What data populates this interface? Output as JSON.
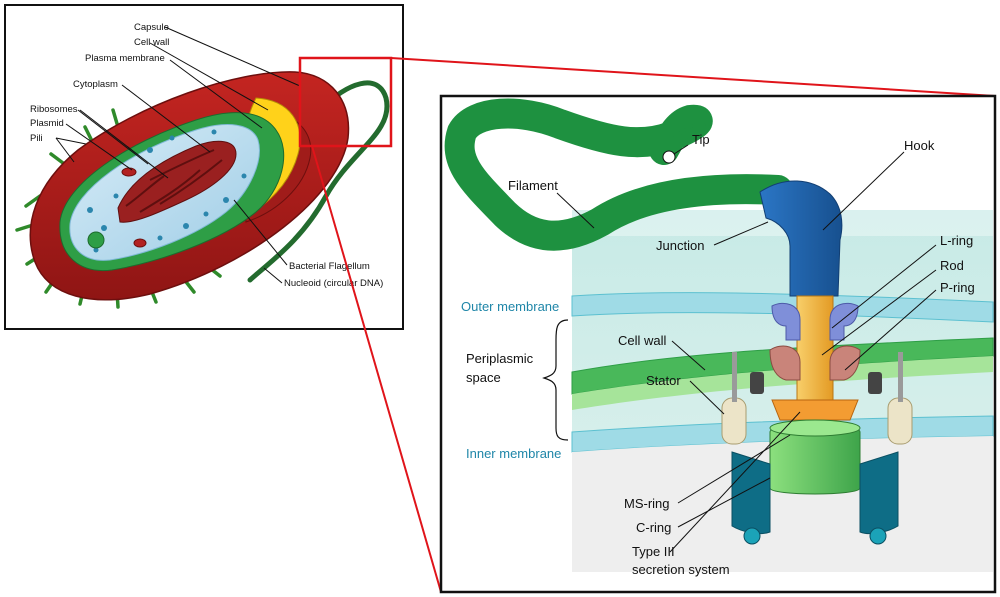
{
  "cell": {
    "labels": {
      "capsule": "Capsule",
      "cell_wall": "Cell wall",
      "plasma_membrane": "Plasma membrane",
      "cytoplasm": "Cytoplasm",
      "ribosomes": "Ribosomes",
      "plasmid": "Plasmid",
      "pili": "Pili",
      "bacterial_flagellum": "Bacterial Flagellum",
      "nucleoid": "Nucleoid (circular DNA)"
    }
  },
  "flagellum": {
    "labels": {
      "tip": "Tip",
      "hook": "Hook",
      "filament": "Filament",
      "junction": "Junction",
      "l_ring": "L-ring",
      "rod": "Rod",
      "p_ring": "P-ring",
      "outer_membrane": "Outer membrane",
      "cell_wall": "Cell wall",
      "periplasmic_line1": "Periplasmic",
      "periplasmic_line2": "space",
      "stator": "Stator",
      "inner_membrane": "Inner membrane",
      "ms_ring": "MS-ring",
      "c_ring": "C-ring",
      "t3ss_line1": "Type III",
      "t3ss_line2": "secretion system"
    }
  },
  "colors": {
    "capsule": "#b01d1b",
    "cell_wall": "#ffd21a",
    "plasma_membrane": "#2e9e46",
    "cytoplasm": "#b9dcee",
    "nucleoid": "#8a1d1d",
    "filament": "#1e9140",
    "hook": "#1f5fae",
    "rod": "#f4b63e",
    "l_ring": "#7f8fd9",
    "p_ring": "#c9847a",
    "stator": "#ece4c8",
    "ms_ring": "#5cc75a",
    "c_ring": "#0e6d86",
    "zoom_box": "#e0141a",
    "membrane_label": "#1f86a8"
  }
}
